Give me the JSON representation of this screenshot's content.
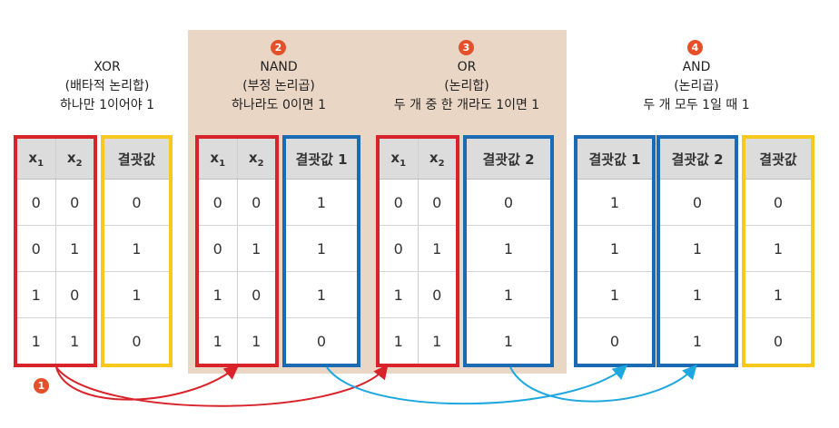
{
  "headers": {
    "x1": "x",
    "x2": "x",
    "x1_sub": "1",
    "x2_sub": "2",
    "result": "결괏값",
    "result1": "결괏값 1",
    "result2": "결괏값 2"
  },
  "xor": {
    "line1": "XOR",
    "line2": "(배타적 논리합)",
    "line3": "하나만 1이어야 1"
  },
  "nand": {
    "badge": "2",
    "line1": "NAND",
    "line2": "(부정 논리곱)",
    "line3": "하나라도 0이면 1"
  },
  "or": {
    "badge": "3",
    "line1": "OR",
    "line2": "(논리합)",
    "line3": "두 개 중 한 개라도 1이면 1"
  },
  "and": {
    "badge": "4",
    "line1": "AND",
    "line2": "(논리곱)",
    "line3": "두 개 모두 1일 때 1"
  },
  "step1_badge": "1",
  "inputs": [
    [
      "0",
      "0"
    ],
    [
      "0",
      "1"
    ],
    [
      "1",
      "0"
    ],
    [
      "1",
      "1"
    ]
  ],
  "xor_result": [
    "0",
    "1",
    "1",
    "0"
  ],
  "nand_result": [
    "1",
    "1",
    "1",
    "0"
  ],
  "or_result": [
    "0",
    "1",
    "1",
    "1"
  ],
  "and_result": [
    "0",
    "1",
    "1",
    "0"
  ],
  "colors": {
    "red": "#d8232a",
    "yellow": "#f7c81e",
    "blue": "#1b6ab4",
    "arrow_red": "#d8232a",
    "arrow_blue": "#1fa8e0",
    "panel": "#e9d6c5",
    "badge": "#e4502a"
  }
}
